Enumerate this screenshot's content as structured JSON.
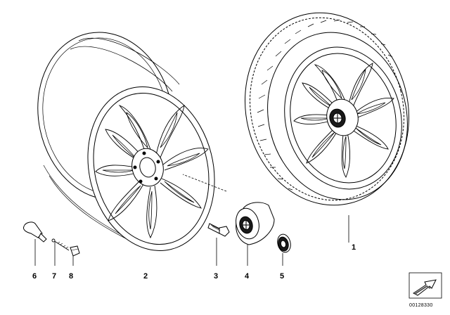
{
  "callouts": {
    "p1": "1",
    "p2": "2",
    "p3": "3",
    "p4": "4",
    "p5": "5",
    "p6": "6",
    "p7": "7",
    "p8": "8"
  },
  "document_number": "00128330",
  "colors": {
    "line": "#000000",
    "background": "#ffffff",
    "hub_dark": "#1a1a1a"
  }
}
